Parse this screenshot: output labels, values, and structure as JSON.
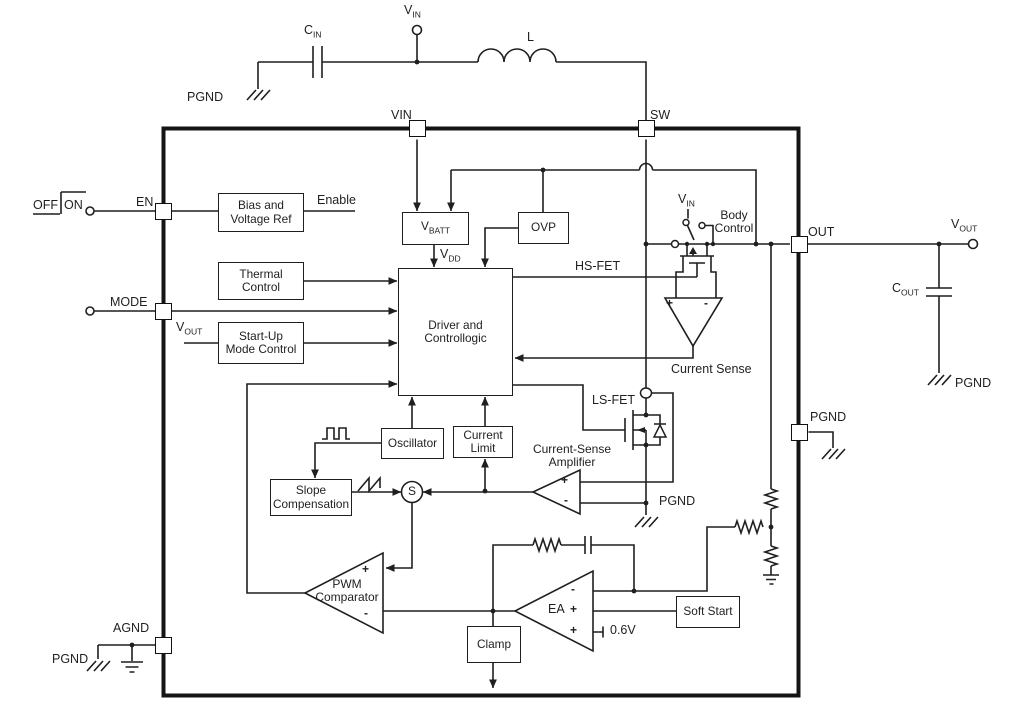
{
  "diagram": {
    "colors": {
      "line": "#1f1f1f",
      "background": "#ffffff"
    },
    "pins": {
      "vin": "VIN",
      "sw": "SW",
      "en": "EN",
      "mode": "MODE",
      "agnd": "AGND",
      "out": "OUT",
      "pgnd": "PGND"
    },
    "switch": {
      "off": "OFF",
      "on": "ON"
    },
    "nets": {
      "vin_top": {
        "base": "V",
        "sub": "IN"
      },
      "cin": {
        "base": "C",
        "sub": "IN"
      },
      "inductor": "L",
      "pgnd": "PGND",
      "vout_right": {
        "base": "V",
        "sub": "OUT"
      },
      "cout": {
        "base": "C",
        "sub": "OUT"
      },
      "vout_left": {
        "base": "V",
        "sub": "OUT"
      },
      "vdd": {
        "base": "V",
        "sub": "DD"
      },
      "vin_body": {
        "base": "V",
        "sub": "IN"
      },
      "enable": "Enable",
      "vref": "0.6V"
    },
    "blocks": {
      "bias": {
        "line1": "Bias and",
        "line2": "Voltage Ref"
      },
      "thermal": {
        "line1": "Thermal",
        "line2": "Control"
      },
      "startup": {
        "line1": "Start-Up",
        "line2": "Mode Control"
      },
      "vbatt": {
        "base": "V",
        "sub": "BATT"
      },
      "ovp": "OVP",
      "driver": {
        "line1": "Driver and",
        "line2": "Controllogic"
      },
      "oscillator": "Oscillator",
      "current_limit": {
        "line1": "Current",
        "line2": "Limit"
      },
      "slope": {
        "line1": "Slope",
        "line2": "Compensation"
      },
      "clamp": "Clamp",
      "soft_start": "Soft Start"
    },
    "fets": {
      "hs": "HS-FET",
      "ls": "LS-FET",
      "body": {
        "line1": "Body",
        "line2": "Control"
      }
    },
    "amps": {
      "current_sense": "Current Sense",
      "cs_amp": {
        "line1": "Current-Sense",
        "line2": "Amplifier"
      },
      "pwm": {
        "line1": "PWM",
        "line2": "Comparator"
      },
      "ea": "EA",
      "sum": "S",
      "plus": "+",
      "minus": "-"
    }
  }
}
